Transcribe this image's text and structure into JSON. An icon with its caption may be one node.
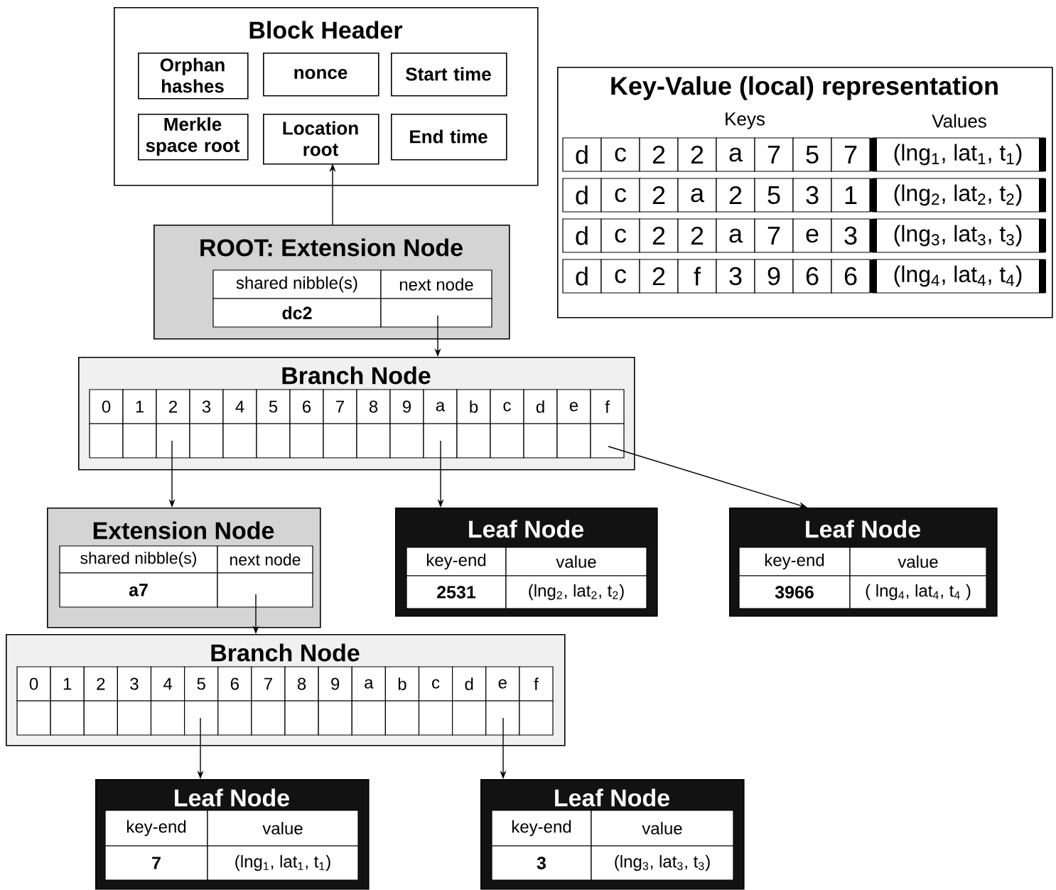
{
  "diagram": {
    "nodes": [
      {
        "text": [
          "Block Header"
        ]
      },
      {
        "text": [
          "Orphan hashes"
        ],
        "in": 0
      },
      {
        "text": [
          "nonce"
        ],
        "in": 0
      },
      {
        "text": [
          "Start time"
        ],
        "in": 0
      },
      {
        "text": [
          "Merkle space root"
        ],
        "in": 0
      },
      {
        "text": [
          "Location root"
        ],
        "in": 0
      },
      {
        "text": [
          "End time"
        ],
        "in": 0
      },
      {
        "text": [
          "Key-Value (local) representation",
          "Keys",
          "Values",
          "d",
          "c",
          "2",
          "2",
          "a",
          "7",
          "5",
          "7",
          "(lng$_{1}$, lat$_{1}$, t$_{1}$)",
          "d",
          "c",
          "2",
          "a",
          "2",
          "5",
          "3",
          "1",
          "(lng$_{2}$, lat$_{2}$, t$_{2}$)",
          "d",
          "c",
          "2",
          "2",
          "a",
          "7",
          "e",
          "3",
          "(lng$_{3}$, lat$_{3}$, t$_{3}$)",
          "d",
          "c",
          "2",
          "f",
          "3",
          "9",
          "6",
          "6",
          "(lng$_{4}$, lat$_{4}$, t$_{4}$)"
        ]
      },
      {
        "text": [
          "ROOT: Extension Node",
          "shared nibble(s)",
          "next node",
          "dc2"
        ]
      },
      {
        "text": [
          "Branch Node",
          "0",
          "1",
          "2",
          "3",
          "4",
          "5",
          "6",
          "7",
          "8",
          "9",
          "a",
          "b",
          "c",
          "d",
          "e",
          "f"
        ]
      },
      {
        "text": [
          "Extension Node",
          "shared nibble(s)",
          "next node",
          "a7"
        ]
      },
      {
        "text": [
          "Leaf Node",
          "key-end",
          "value",
          "2531",
          "(lng$_{2}$, lat$_{2}$, t$_{2}$)"
        ]
      },
      {
        "text": [
          "Leaf Node",
          "key-end",
          "value",
          "3966",
          "( lng$_{4}$, lat$_{4}$, t$_{4}$ )"
        ]
      },
      {
        "text": [
          "Branch Node",
          "0",
          "1",
          "2",
          "3",
          "4",
          "5",
          "6",
          "7",
          "8",
          "9",
          "a",
          "b",
          "c",
          "d",
          "e",
          "f"
        ]
      },
      {
        "text": [
          "Leaf Node",
          "key-end",
          "value",
          "7",
          "(lng$_{1}$, lat$_{1}$, t$_{1}$)"
        ]
      },
      {
        "text": [
          "Leaf Node",
          "key-end",
          "value",
          "3",
          "(lng$_{3}$, lat$_{3}$, t$_{3}$)"
        ]
      }
    ],
    "edges": [
      {
        "from": 8,
        "to": 5,
        "arrow": "to"
      },
      {
        "from": 8,
        "to": 9,
        "arrow": "to"
      },
      {
        "from": 9,
        "to": 10,
        "arrow": "to"
      },
      {
        "from": 9,
        "to": 11,
        "arrow": "to"
      },
      {
        "from": 9,
        "to": 12,
        "arrow": "to"
      },
      {
        "from": 10,
        "to": 13,
        "arrow": "to"
      },
      {
        "from": 13,
        "to": 14,
        "arrow": "to"
      },
      {
        "from": 13,
        "to": 15,
        "arrow": "to"
      }
    ]
  }
}
